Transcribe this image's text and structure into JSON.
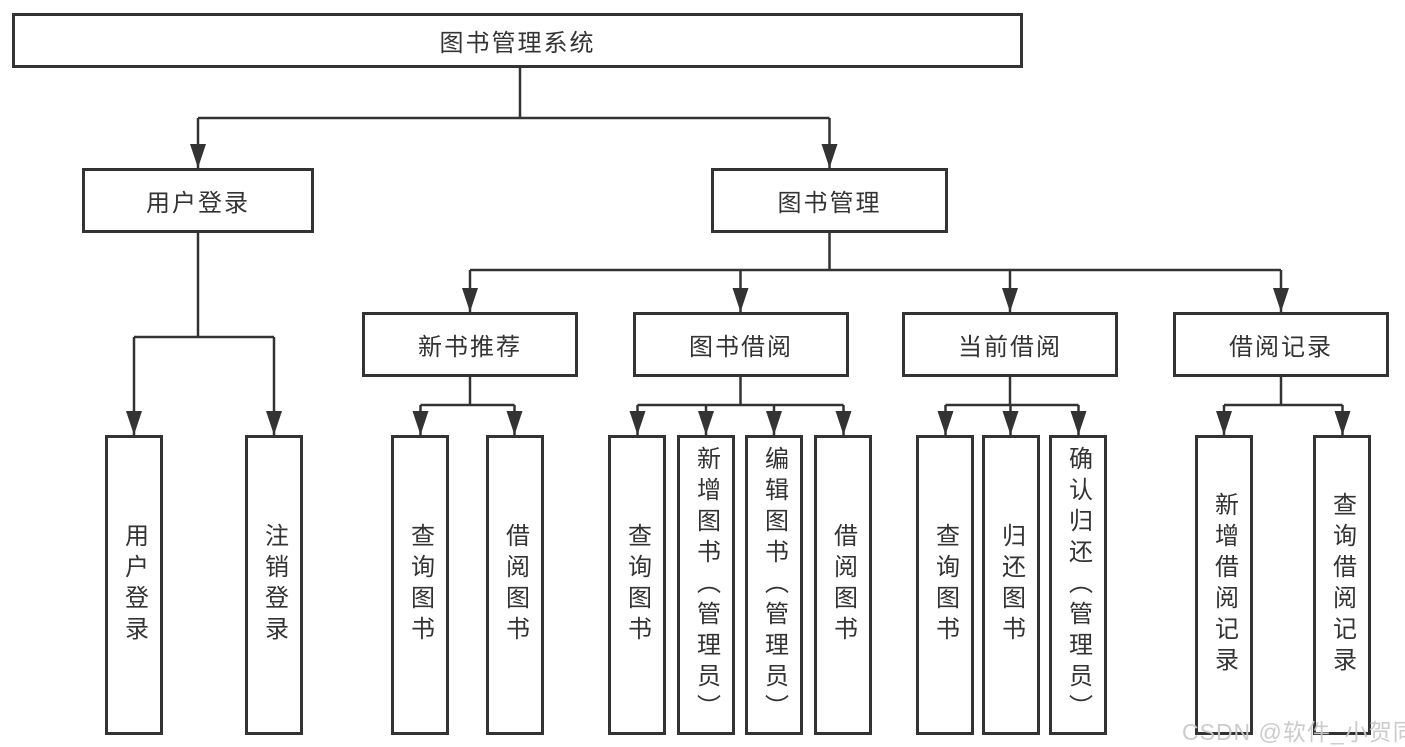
{
  "root": {
    "label": "图书管理系统"
  },
  "level2": {
    "user_login": "用户登录",
    "book_management": "图书管理"
  },
  "level3": {
    "new_books": "新书推荐",
    "book_borrow": "图书借阅",
    "current_borrow": "当前借阅",
    "borrow_records": "借阅记录"
  },
  "leaves": {
    "user_login": [
      "用户登录",
      "注销登录"
    ],
    "new_books": [
      "查询图书",
      "借阅图书"
    ],
    "book_borrow": [
      "查询图书",
      "新增图书（管理员）",
      "编辑图书（管理员）",
      "借阅图书"
    ],
    "current_borrow": [
      "查询图书",
      "归还图书",
      "确认归还（管理员）"
    ],
    "borrow_records": [
      "新增借阅记录",
      "查询借阅记录"
    ]
  },
  "watermark": "CSDN @软件_小贺同学",
  "colors": {
    "line": "#333333",
    "border": "#333333",
    "text": "#333333",
    "watermark": "#c9c9c9",
    "background": "#ffffff"
  }
}
